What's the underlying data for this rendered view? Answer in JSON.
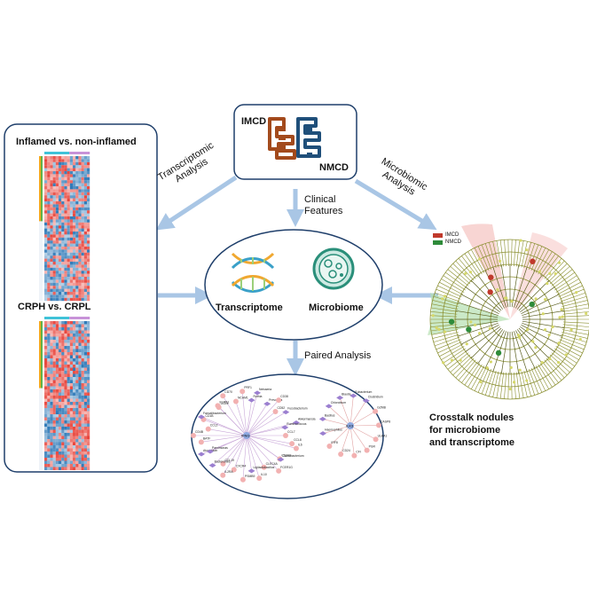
{
  "top_box": {
    "imcd": "IMCD",
    "nmcd": "NMCD"
  },
  "arrows": {
    "transcriptomic": "Transcriptomic\nAnalysis",
    "microbiomic": "Microbiomic\nAnalysis",
    "clinical": "Clinical\nFeatures",
    "paired": "Paired Analysis"
  },
  "left_panel": {
    "title_1": "Inflamed vs. non-inflamed",
    "title_2": "CRPH vs. CRPL"
  },
  "center_ellipse": {
    "transcriptome": "Transcriptome",
    "microbiome": "Microbiome"
  },
  "cladogram_legend": {
    "items": [
      {
        "label": "IMCD",
        "color": "#c0392b"
      },
      {
        "label": "NMCD",
        "color": "#2e8b3a"
      }
    ]
  },
  "network": {
    "caption": "Crosstalk nodules\nfor microbiome\nand transcriptome",
    "hub_left": "IFNG",
    "hub_right": "ILK3",
    "left_nodes": [
      "CCL7",
      "CCL8",
      "IL6",
      "CD200",
      "Carnobacterium",
      "FCER1G",
      "CLEC4A",
      "IL10",
      "Ligilactobacillus",
      "PSMB9",
      "CXCR4",
      "IL2RA",
      "CCL19",
      "Bacteroides",
      "Atopobium",
      "Parvimonas",
      "BATF",
      "CD4B",
      "CCL2",
      "CD1B",
      "Faecalibacterium",
      "KLRB1",
      "CCL4",
      "CD70",
      "NCAM1",
      "PRF1",
      "Rothia",
      "Neisseria",
      "Prevotella",
      "CD38",
      "CD52",
      "Fusobacterium",
      "Akkermansia",
      "Ruminococcus"
    ],
    "right_nodes": [
      "GZMB",
      "CASP8",
      "ULBA1",
      "PGR",
      "CFI",
      "CD24",
      "IRF8",
      "Haemophilus",
      "Bacillus",
      "Chlorobium",
      "Blautia",
      "Eubacterium",
      "Clostridium"
    ]
  },
  "colors": {
    "arrow": "#a9c6e5",
    "box_border": "#1f3f6b",
    "heatmap_red": "#e8453c",
    "heatmap_blue": "#2f7ab8",
    "imcd_intestine": "#a34a1c",
    "nmcd_intestine": "#1f4f7a",
    "cladogram_olive": "#8a8f30"
  }
}
